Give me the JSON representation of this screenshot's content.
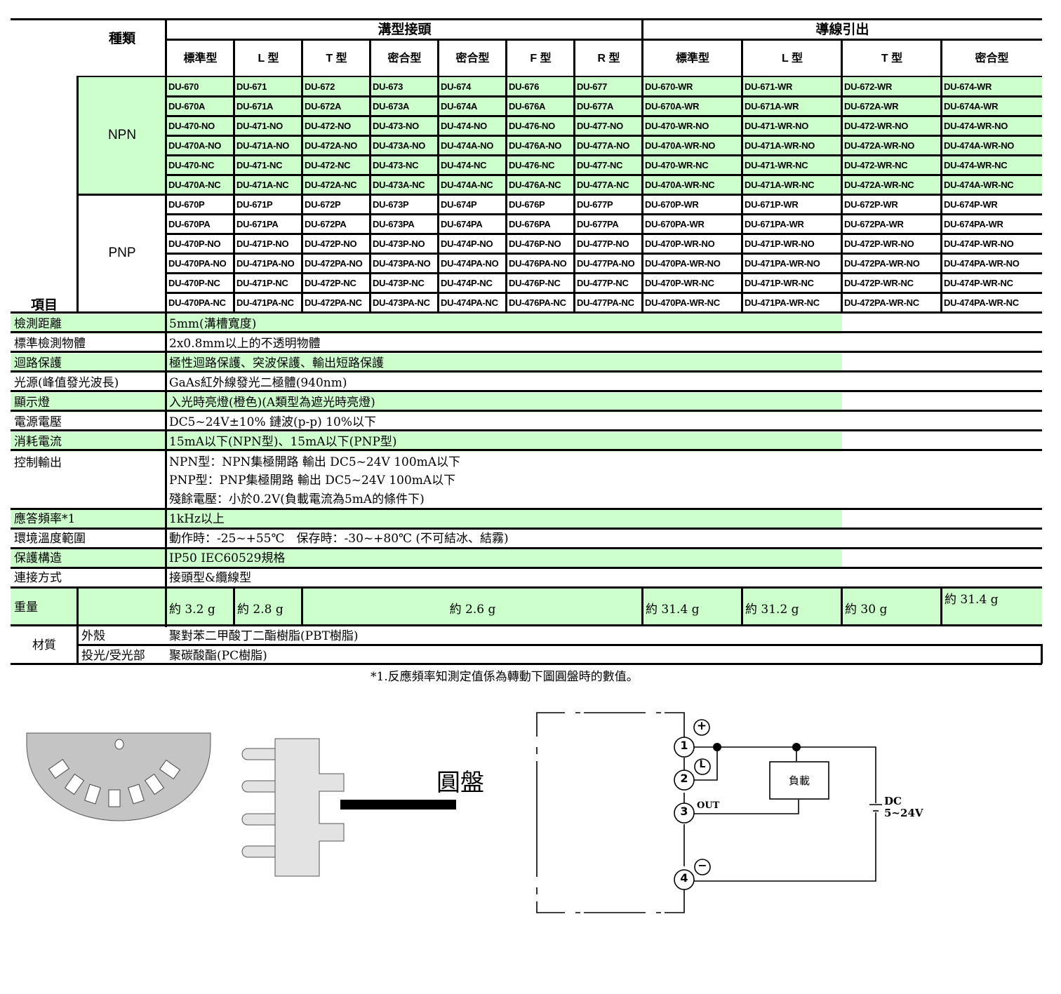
{
  "header": {
    "kind_label": "種類",
    "item_label": "項目",
    "groups": [
      {
        "label": "溝型接頭"
      },
      {
        "label": "導線引出"
      }
    ],
    "columns": [
      "標準型",
      "L 型",
      "T 型",
      "密合型",
      "密合型",
      "F 型",
      "R 型",
      "標準型",
      "L 型",
      "T 型",
      "密合型"
    ]
  },
  "types": [
    {
      "label": "NPN",
      "rows": [
        [
          "DU-670",
          "DU-671",
          "DU-672",
          "DU-673",
          "DU-674",
          "DU-676",
          "DU-677",
          "DU-670-WR",
          "DU-671-WR",
          "DU-672-WR",
          "DU-674-WR"
        ],
        [
          "DU-670A",
          "DU-671A",
          "DU-672A",
          "DU-673A",
          "DU-674A",
          "DU-676A",
          "DU-677A",
          "DU-670A-WR",
          "DU-671A-WR",
          "DU-672A-WR",
          "DU-674A-WR"
        ],
        [
          "DU-470-NO",
          "DU-471-NO",
          "DU-472-NO",
          "DU-473-NO",
          "DU-474-NO",
          "DU-476-NO",
          "DU-477-NO",
          "DU-470-WR-NO",
          "DU-471-WR-NO",
          "DU-472-WR-NO",
          "DU-474-WR-NO"
        ],
        [
          "DU-470A-NO",
          "DU-471A-NO",
          "DU-472A-NO",
          "DU-473A-NO",
          "DU-474A-NO",
          "DU-476A-NO",
          "DU-477A-NO",
          "DU-470A-WR-NO",
          "DU-471A-WR-NO",
          "DU-472A-WR-NO",
          "DU-474A-WR-NO"
        ],
        [
          "DU-470-NC",
          "DU-471-NC",
          "DU-472-NC",
          "DU-473-NC",
          "DU-474-NC",
          "DU-476-NC",
          "DU-477-NC",
          "DU-470-WR-NC",
          "DU-471-WR-NC",
          "DU-472-WR-NC",
          "DU-474-WR-NC"
        ],
        [
          "DU-470A-NC",
          "DU-471A-NC",
          "DU-472A-NC",
          "DU-473A-NC",
          "DU-474A-NC",
          "DU-476A-NC",
          "DU-477A-NC",
          "DU-470A-WR-NC",
          "DU-471A-WR-NC",
          "DU-472A-WR-NC",
          "DU-474A-WR-NC"
        ]
      ]
    },
    {
      "label": "PNP",
      "rows": [
        [
          "DU-670P",
          "DU-671P",
          "DU-672P",
          "DU-673P",
          "DU-674P",
          "DU-676P",
          "DU-677P",
          "DU-670P-WR",
          "DU-671P-WR",
          "DU-672P-WR",
          "DU-674P-WR"
        ],
        [
          "DU-670PA",
          "DU-671PA",
          "DU-672PA",
          "DU-673PA",
          "DU-674PA",
          "DU-676PA",
          "DU-677PA",
          "DU-670PA-WR",
          "DU-671PA-WR",
          "DU-672PA-WR",
          "DU-674PA-WR"
        ],
        [
          "DU-470P-NO",
          "DU-471P-NO",
          "DU-472P-NO",
          "DU-473P-NO",
          "DU-474P-NO",
          "DU-476P-NO",
          "DU-477P-NO",
          "DU-470P-WR-NO",
          "DU-471P-WR-NO",
          "DU-472P-WR-NO",
          "DU-474P-WR-NO"
        ],
        [
          "DU-470PA-NO",
          "DU-471PA-NO",
          "DU-472PA-NO",
          "DU-473PA-NO",
          "DU-474PA-NO",
          "DU-476PA-NO",
          "DU-477PA-NO",
          "DU-470PA-WR-NO",
          "DU-471PA-WR-NO",
          "DU-472PA-WR-NO",
          "DU-474PA-WR-NO"
        ],
        [
          "DU-470P-NC",
          "DU-471P-NC",
          "DU-472P-NC",
          "DU-473P-NC",
          "DU-474P-NC",
          "DU-476P-NC",
          "DU-477P-NC",
          "DU-470P-WR-NC",
          "DU-471P-WR-NC",
          "DU-472P-WR-NC",
          "DU-474P-WR-NC"
        ],
        [
          "DU-470PA-NC",
          "DU-471PA-NC",
          "DU-472PA-NC",
          "DU-473PA-NC",
          "DU-474PA-NC",
          "DU-476PA-NC",
          "DU-477PA-NC",
          "DU-470PA-WR-NC",
          "DU-471PA-WR-NC",
          "DU-472PA-WR-NC",
          "DU-474PA-WR-NC"
        ]
      ]
    }
  ],
  "specs": [
    {
      "label": "檢測距離",
      "value": "5mm(溝槽寬度)"
    },
    {
      "label": "標準檢測物體",
      "value": "2x0.8mm以上的不透明物體"
    },
    {
      "label": "迴路保護",
      "value": "極性迴路保護、突波保護、輸出短路保護"
    },
    {
      "label": "光源(峰值發光波長)",
      "value": "GaAs紅外線發光二極體(940nm)"
    },
    {
      "label": "顯示燈",
      "value": "入光時亮燈(橙色)(A類型為遮光時亮燈)"
    },
    {
      "label": "電源電壓",
      "value": "DC5~24V±10% 鏈波(p-p) 10%以下"
    },
    {
      "label": "消耗電流",
      "value": "15mA以下(NPN型)、15mA以下(PNP型)"
    }
  ],
  "control_output": {
    "label": "控制輸出",
    "lines": [
      "NPN型：NPN集極開路 輸出 DC5~24V 100mA以下",
      "PNP型：PNP集極開路 輸出 DC5~24V 100mA以下",
      "殘餘電壓：小於0.2V(負載電流為5mA的條件下)"
    ]
  },
  "specs2": [
    {
      "label": "應答頻率*1",
      "value": "1kHz以上"
    },
    {
      "label": "環境溫度範圍",
      "value": "動作時：-25~+55℃　保存時：-30~+80℃ (不可結冰、結霧)"
    },
    {
      "label": "保護構造",
      "value": "IP50 IEC60529規格"
    },
    {
      "label": "連接方式",
      "value": "接頭型&纜線型"
    }
  ],
  "weight": {
    "label": "重量",
    "values": [
      "約 3.2 g",
      "約 2.8 g",
      "約 2.6 g",
      "約 31.4 g",
      "約 31.2 g",
      "約 30 g",
      "約 31.4 g"
    ]
  },
  "material": {
    "label": "材質",
    "rows": [
      {
        "label": "外殼",
        "value": "聚對苯二甲酸丁二酯樹脂(PBT樹脂)"
      },
      {
        "label": "投光/受光部",
        "value": "聚碳酸酯(PC樹脂)"
      }
    ]
  },
  "footnote": "*1.反應頻率知測定值係為轉動下圖圓盤時的數值。",
  "disc_diagram": {
    "label": "圓盤"
  },
  "circuit": {
    "terminals": [
      "1",
      "2",
      "3",
      "4"
    ],
    "plus_symbol": "+",
    "minus_symbol": "−",
    "l_symbol": "L",
    "out_label": "OUT",
    "load_label": "負載",
    "supply_label_1": "DC",
    "supply_label_2": "5~24V"
  },
  "colors": {
    "highlight": "#ccffcc",
    "border": "#000000",
    "disc": "#c4c4c4",
    "sensor": "#e3e3e3"
  }
}
